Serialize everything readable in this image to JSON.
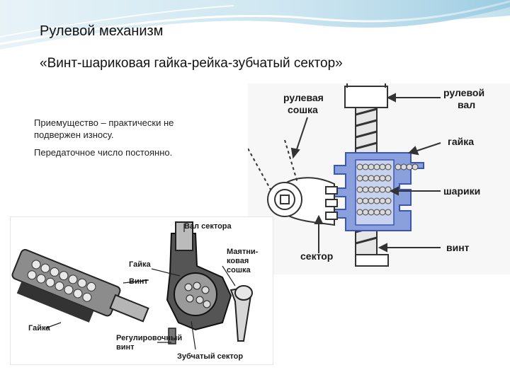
{
  "slide": {
    "title": "Рулевой механизм",
    "subtitle": "«Винт-шариковая гайка-рейка-зубчатый сектор»",
    "text_lines": [
      "Приемущество – практически не",
      "подвержен износу.",
      "Передаточное число постоянно."
    ]
  },
  "diagram": {
    "labels": {
      "pitman_arm_1": "рулевая",
      "pitman_arm_2": "сошка",
      "steering_shaft_1": "рулевой",
      "steering_shaft_2": "вал",
      "nut": "гайка",
      "balls": "шарики",
      "sector": "сектор",
      "screw": "винт"
    },
    "colors": {
      "nut_fill": "#8aa0dc",
      "nut_stroke": "#3a56b8"
    }
  },
  "photo": {
    "labels": {
      "sector_shaft": "Вал сектора",
      "nut_top": "Гайка",
      "screw": "Винт",
      "pitman_1": "Маятни-",
      "pitman_2": "ковая",
      "pitman_3": "сошка",
      "nut_bottom": "Гайка",
      "adjusting_1": "Регулировочный",
      "adjusting_2": "винт",
      "gear_sector": "Зубчатый сектор"
    }
  }
}
